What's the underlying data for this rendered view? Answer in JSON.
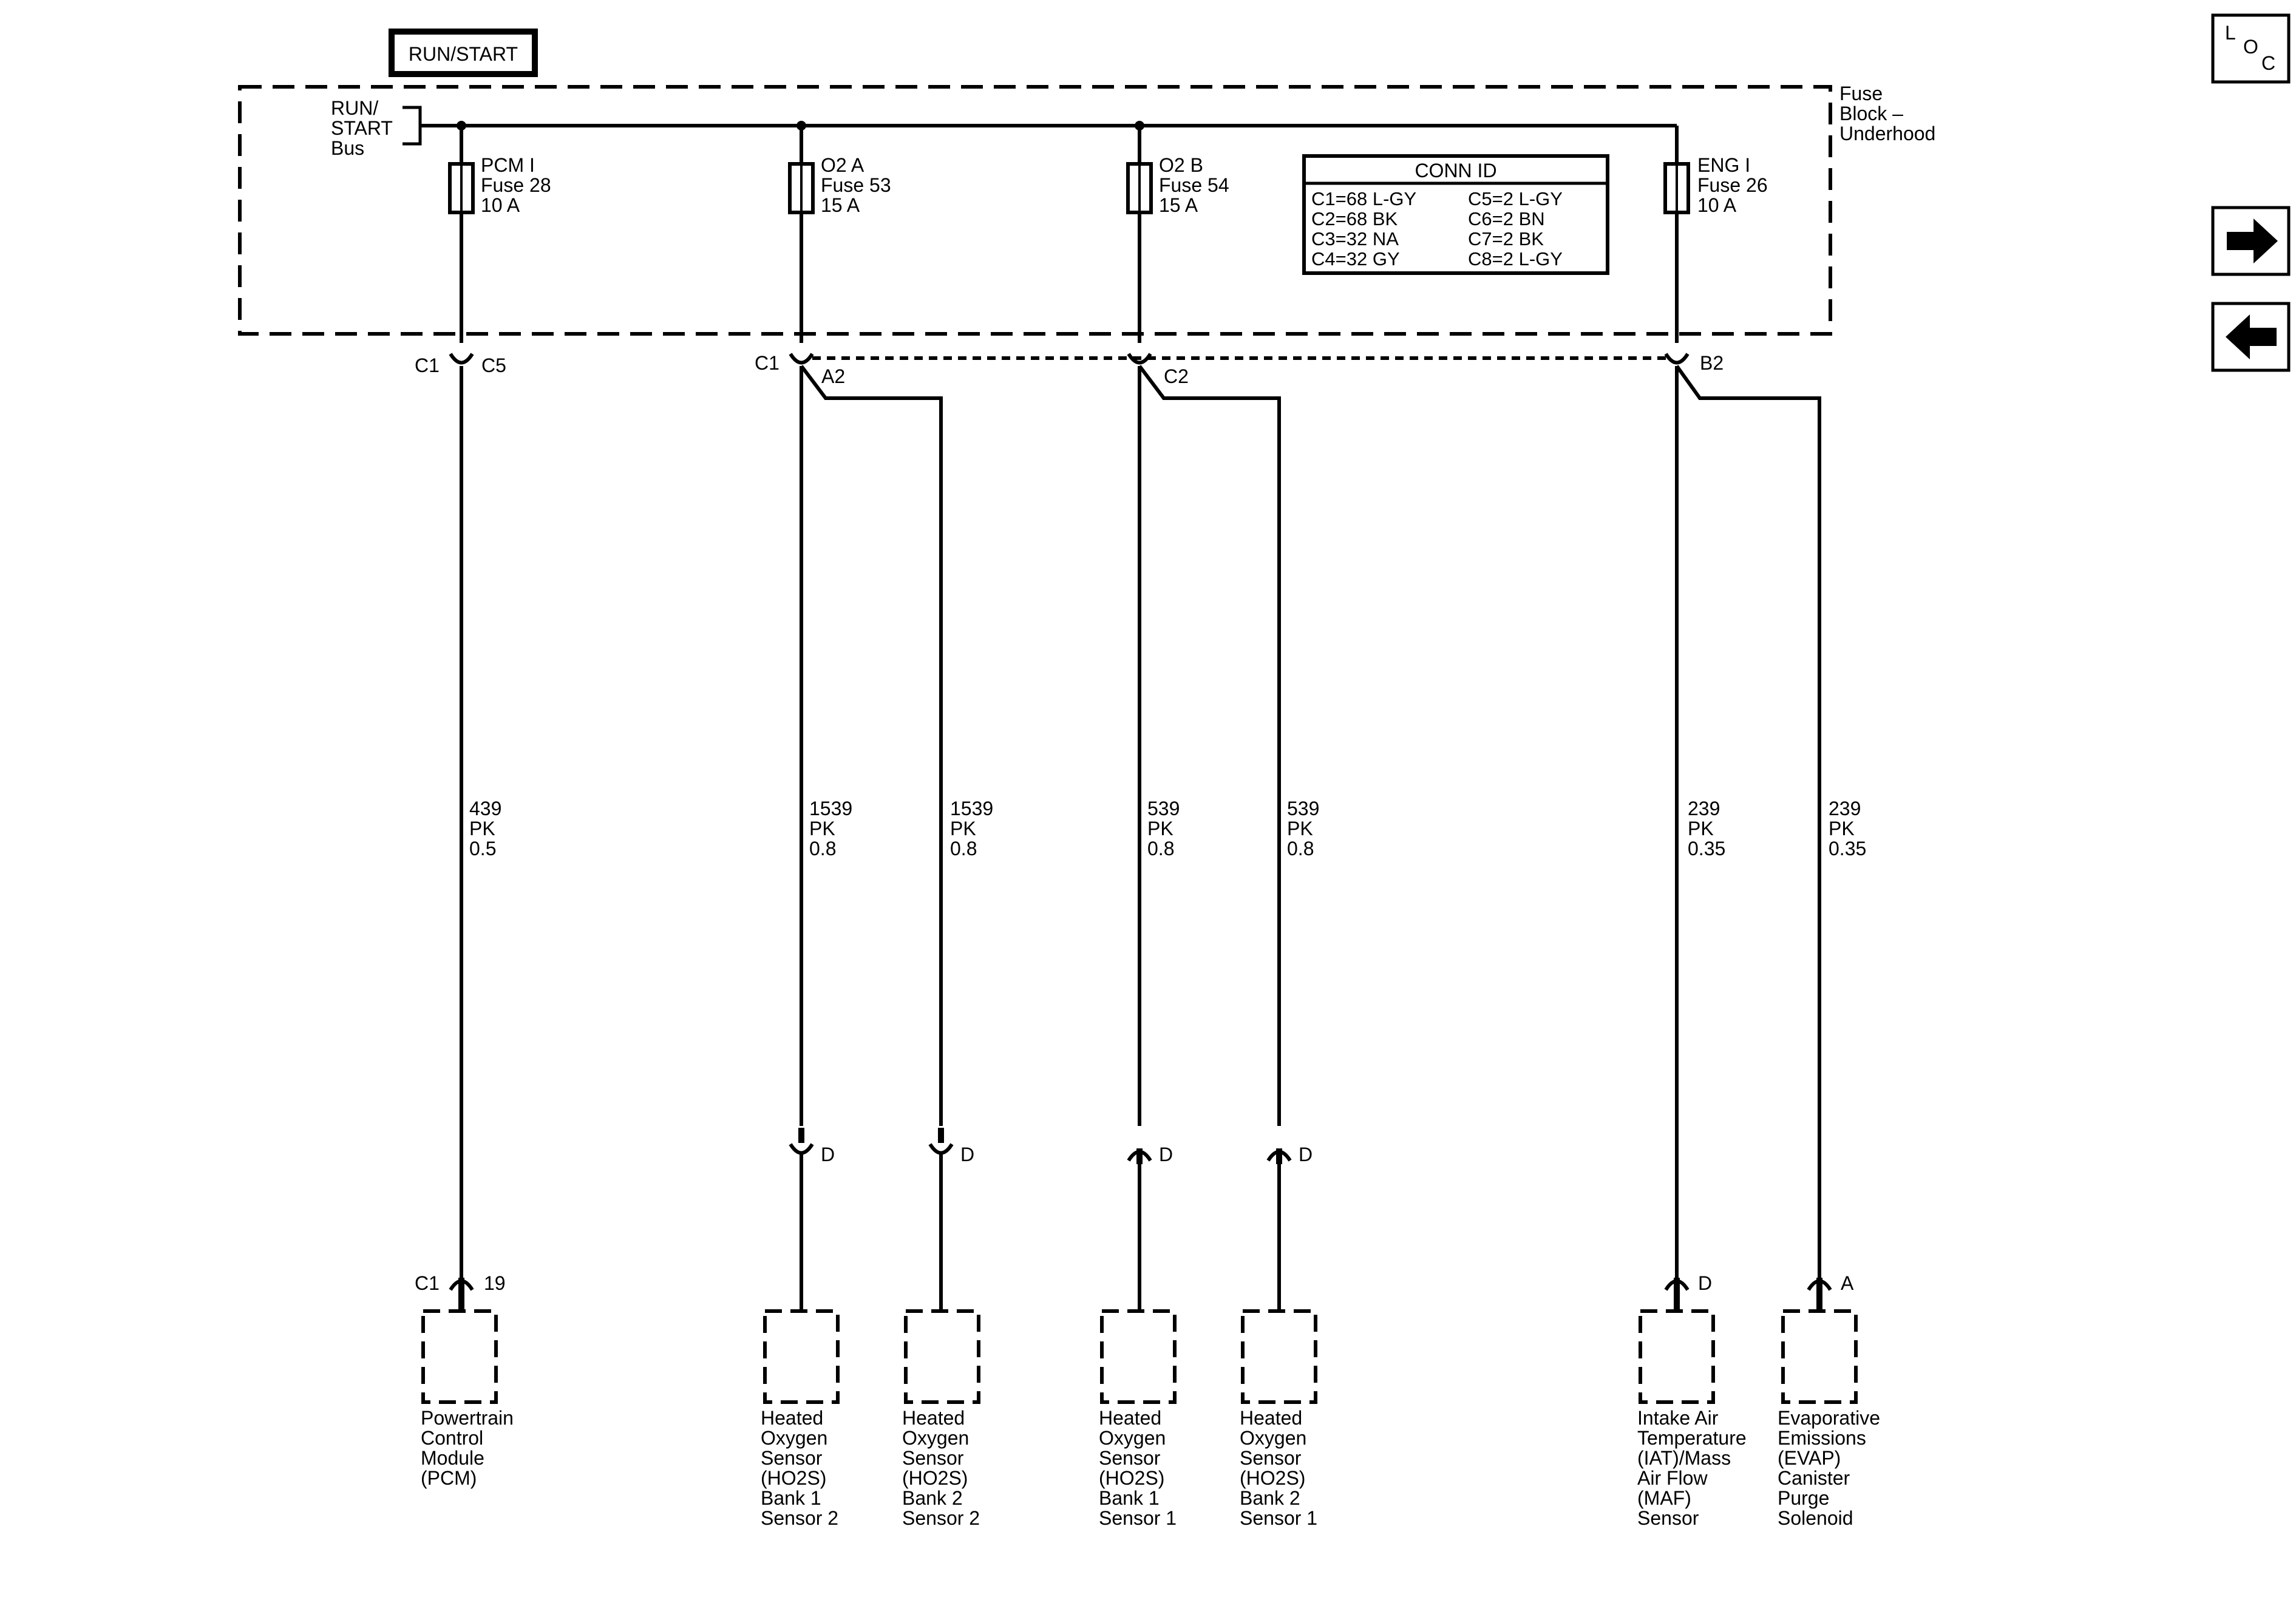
{
  "header": {
    "power_mode_label": "RUN/START"
  },
  "fuse_block": {
    "label": [
      "Fuse",
      "Block –",
      "Underhood"
    ],
    "bus_label": [
      "RUN/",
      "START",
      "Bus"
    ]
  },
  "fuses": [
    {
      "lines": [
        "PCM I",
        "Fuse 28",
        "10 A"
      ]
    },
    {
      "lines": [
        "O2 A",
        "Fuse 53",
        "15 A"
      ]
    },
    {
      "lines": [
        "O2 B",
        "Fuse 54",
        "15 A"
      ]
    },
    {
      "lines": [
        "ENG I",
        "Fuse 26",
        "10 A"
      ]
    }
  ],
  "conn_id": {
    "title": "CONN ID",
    "left": [
      "C1=68 L-GY",
      "C2=68 BK",
      "C3=32 NA",
      "C4=32 GY"
    ],
    "right": [
      "C5=2 L-GY",
      "C6=2 BN",
      "C7=2 BK",
      "C8=2 L-GY"
    ]
  },
  "connectors": {
    "pcm_c1": "C1",
    "pcm_c5": "C5",
    "o2a_c1": "C1",
    "o2a_a2": "A2",
    "o2b_c2": "C2",
    "eng_b2": "B2",
    "d": "D",
    "pcm_end_c1": "C1",
    "pcm_end_pin": "19",
    "iat_d": "D",
    "evap_a": "A"
  },
  "wires": [
    {
      "lines": [
        "439",
        "PK",
        "0.5"
      ]
    },
    {
      "lines": [
        "1539",
        "PK",
        "0.8"
      ]
    },
    {
      "lines": [
        "1539",
        "PK",
        "0.8"
      ]
    },
    {
      "lines": [
        "539",
        "PK",
        "0.8"
      ]
    },
    {
      "lines": [
        "539",
        "PK",
        "0.8"
      ]
    },
    {
      "lines": [
        "239",
        "PK",
        "0.35"
      ]
    },
    {
      "lines": [
        "239",
        "PK",
        "0.35"
      ]
    }
  ],
  "components": [
    {
      "lines": [
        "Powertrain",
        "Control",
        "Module",
        "(PCM)"
      ]
    },
    {
      "lines": [
        "Heated",
        "Oxygen",
        "Sensor",
        "(HO2S)",
        "Bank 1",
        "Sensor 2"
      ]
    },
    {
      "lines": [
        "Heated",
        "Oxygen",
        "Sensor",
        "(HO2S)",
        "Bank 2",
        "Sensor 2"
      ]
    },
    {
      "lines": [
        "Heated",
        "Oxygen",
        "Sensor",
        "(HO2S)",
        "Bank 1",
        "Sensor 1"
      ]
    },
    {
      "lines": [
        "Heated",
        "Oxygen",
        "Sensor",
        "(HO2S)",
        "Bank 2",
        "Sensor 1"
      ]
    },
    {
      "lines": [
        "Intake Air",
        "Temperature",
        "(IAT)/Mass",
        "Air Flow",
        "(MAF)",
        "Sensor"
      ]
    },
    {
      "lines": [
        "Evaporative",
        "Emissions",
        "(EVAP)",
        "Canister",
        "Purge",
        "Solenoid"
      ]
    }
  ],
  "nav": {
    "loc_l": "L",
    "loc_o": "O",
    "loc_c": "C"
  }
}
